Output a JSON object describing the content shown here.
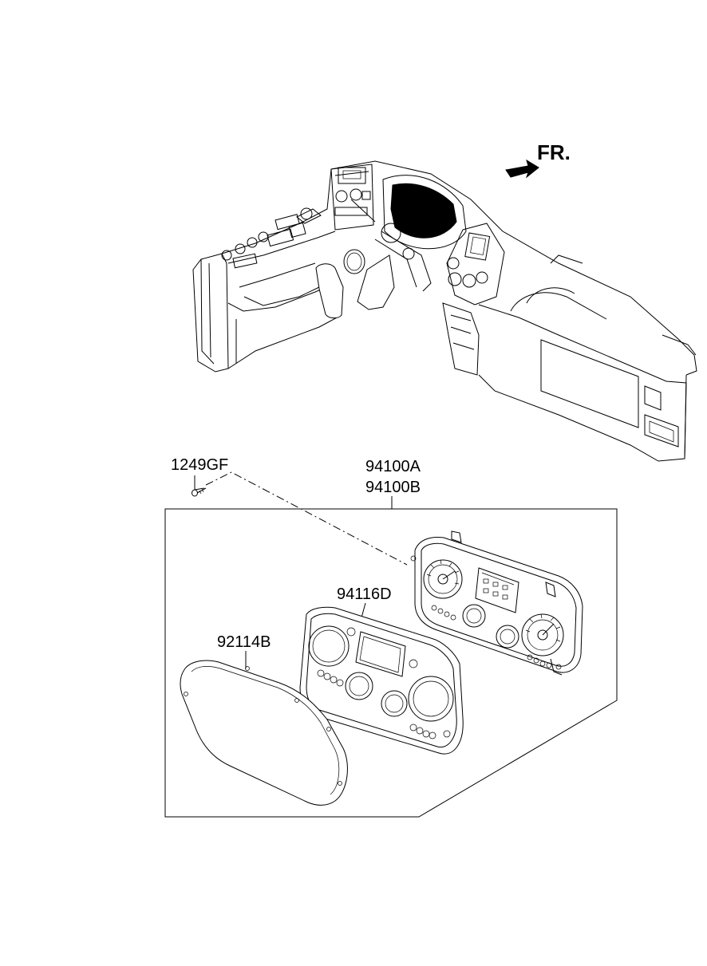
{
  "direction_label": "FR.",
  "labels": {
    "screw": "1249GF",
    "cluster_assy_a": "94100A",
    "cluster_assy_b": "94100B",
    "face_plate": "94116D",
    "glass_window": "92114B"
  },
  "icons": {
    "direction": "arrow-right-icon"
  }
}
